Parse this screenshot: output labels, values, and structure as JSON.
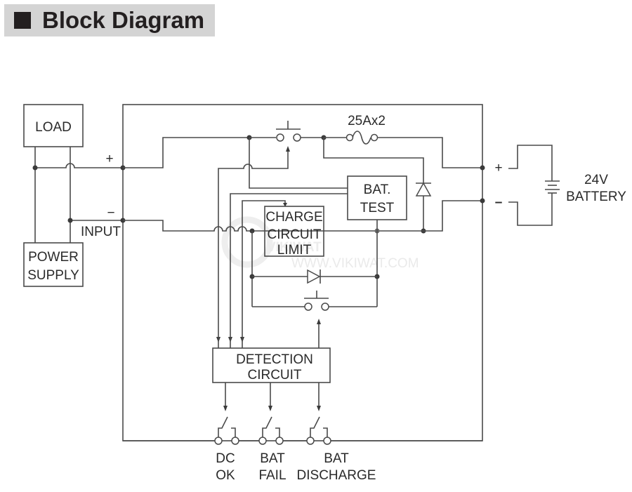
{
  "header": {
    "title": "Block Diagram",
    "bullet_icon": "black-square-icon"
  },
  "diagram": {
    "blocks": {
      "load": "LOAD",
      "power_supply_line1": "POWER",
      "power_supply_line2": "SUPPLY",
      "bat_test_line1": "BAT.",
      "bat_test_line2": "TEST",
      "charge_line1": "CHARGE",
      "charge_line2": "CIRCUIT",
      "charge_line3": "LIMIT",
      "detection_line1": "DETECTION",
      "detection_line2": "CIRCUIT"
    },
    "labels": {
      "input_plus": "+",
      "input_minus": "−",
      "input": "INPUT",
      "fuse": "25Ax2",
      "battery_plus": "+",
      "battery_minus": "–",
      "battery_voltage": "24V",
      "battery": "BATTERY"
    },
    "outputs": [
      {
        "line1": "DC",
        "line2": "OK"
      },
      {
        "line1": "BAT",
        "line2": "FAIL"
      },
      {
        "line1": "BAT",
        "line2": "DISCHARGE"
      }
    ],
    "watermark": {
      "brand": "VIKIWAT",
      "url": "WWW.VIKIWAT.COM"
    }
  }
}
